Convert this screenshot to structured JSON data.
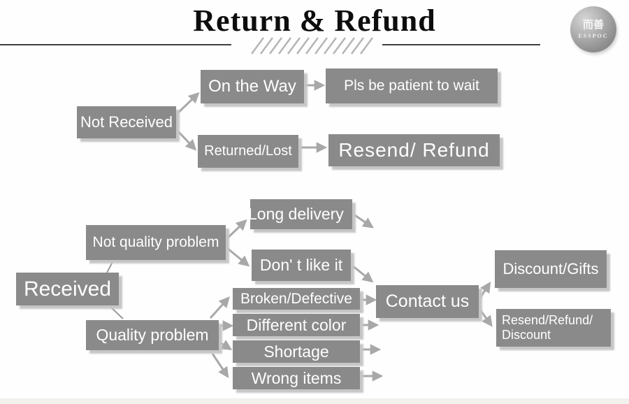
{
  "header": {
    "title": "Return & Refund",
    "logo": {
      "cn": "而善",
      "en": "ESSPOC"
    }
  },
  "nodes": {
    "not_received": "Not Received",
    "on_the_way": "On the Way",
    "pls_wait": "Pls be patient to wait",
    "returned_lost": "Returned/Lost",
    "resend_refund": "Resend/ Refund",
    "received": "Received",
    "not_quality_problem": "Not quality problem",
    "long_delivery": "Long delivery",
    "dont_like_it": "Don' t like it",
    "quality_problem": "Quality problem",
    "broken_defective": "Broken/Defective",
    "different_color": "Different color",
    "shortage": "Shortage",
    "wrong_items": "Wrong items",
    "contact_us": "Contact us",
    "discount_gifts": "Discount/Gifts",
    "resend_refund_discount_line1": "Resend/Refund/",
    "resend_refund_discount_line2": "Discount"
  },
  "colors": {
    "box_bg": "#8a8a8a",
    "box_text": "#ffffff",
    "arrow": "#a8a8a8",
    "connector": "#9a9a9a",
    "rule": "#3f3f3f",
    "hatch": "#b5b5b5",
    "title": "#0d0d0d",
    "shadow": "#c6c6c6",
    "background": "#fefefe"
  }
}
